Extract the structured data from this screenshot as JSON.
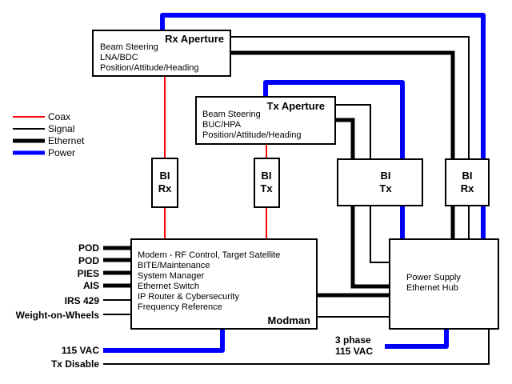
{
  "legend": {
    "items": [
      {
        "label": "Coax",
        "color": "#ff0000"
      },
      {
        "label": "Signal",
        "color": "#000000"
      },
      {
        "label": "Ethernet",
        "color": "#000000"
      },
      {
        "label": "Power",
        "color": "#0000ff"
      }
    ]
  },
  "rx_aperture": {
    "title": "Rx Aperture",
    "lines": [
      "Beam Steering",
      "LNA/BDC",
      "Position/Attitude/Heading"
    ]
  },
  "tx_aperture": {
    "title": "Tx Aperture",
    "lines": [
      "Beam Steering",
      "BUC/HPA",
      "Position/Attitude/Heading"
    ]
  },
  "bi_rx_small": {
    "line1": "BI",
    "line2": "Rx"
  },
  "bi_tx_small": {
    "line1": "BI",
    "line2": "Tx"
  },
  "bi_tx_large": {
    "line1": "BI",
    "line2": "Tx"
  },
  "bi_rx_large": {
    "line1": "BI",
    "line2": "Rx"
  },
  "modman": {
    "title": "Modman",
    "lines": [
      "Modem - RF Control, Target Satellite",
      "BITE/Maintenance",
      "System Manager",
      "Ethernet Switch",
      "IP Router & Cybersecurity",
      "Frequency Reference"
    ]
  },
  "power_supply": {
    "lines": [
      "Power Supply",
      "Ethernet Hub"
    ]
  },
  "inputs": {
    "left": [
      "POD",
      "POD",
      "PIES",
      "AIS",
      "IRS 429",
      "Weight-on-Wheels"
    ],
    "vac": "115 VAC",
    "tx_disable": "Tx Disable",
    "three_phase_1": "3 phase",
    "three_phase_2": "115 VAC"
  }
}
